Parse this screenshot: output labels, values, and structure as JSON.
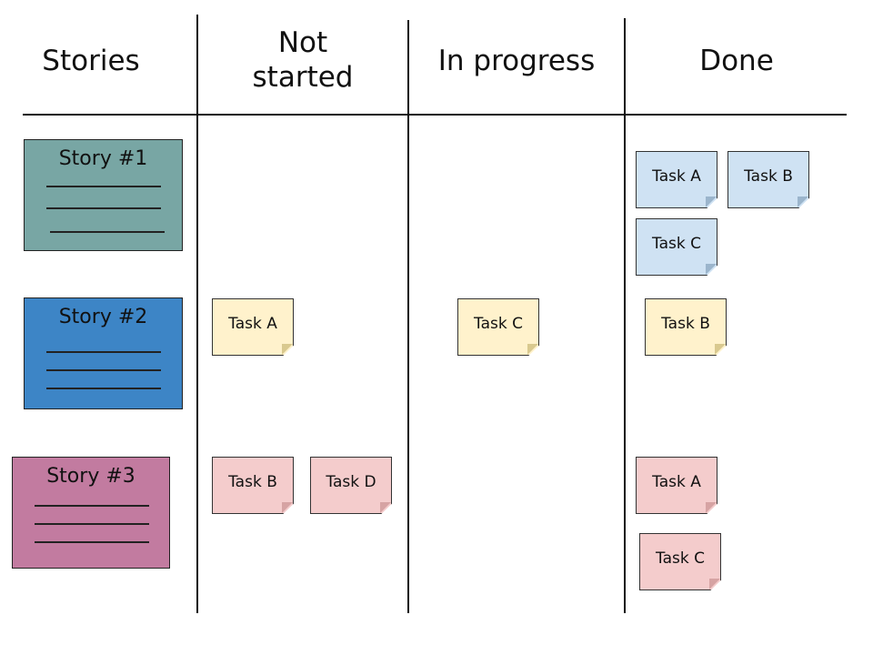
{
  "columns": {
    "stories": "Stories",
    "not_started_line1": "Not",
    "not_started_line2": "started",
    "in_progress": "In progress",
    "done": "Done"
  },
  "stories": [
    {
      "title": "Story #1",
      "color": "#78a6a4"
    },
    {
      "title": "Story #2",
      "color": "#3d85c6"
    },
    {
      "title": "Story #3",
      "color": "#c27ba0"
    }
  ],
  "tasks": {
    "story1_done": [
      "Task A",
      "Task B",
      "Task C"
    ],
    "story2_not_started": [
      "Task A"
    ],
    "story2_in_progress": [
      "Task C"
    ],
    "story2_done": [
      "Task B"
    ],
    "story3_not_started": [
      "Task B",
      "Task D"
    ],
    "story3_done": [
      "Task A",
      "Task C"
    ]
  },
  "colors": {
    "story1_tasks": "#cfe2f3",
    "story2_tasks": "#fff2cc",
    "story3_tasks": "#f4cccc"
  }
}
